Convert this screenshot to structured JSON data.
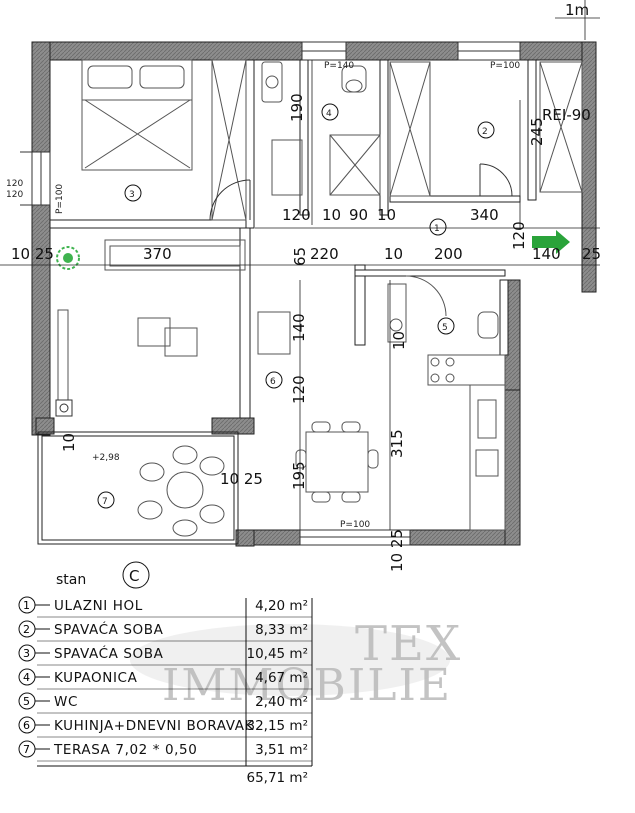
{
  "scale_label": "1m",
  "stair_note": "REI-90",
  "rooms": [
    {
      "num": "1"
    },
    {
      "num": "2"
    },
    {
      "num": "3"
    },
    {
      "num": "4"
    },
    {
      "num": "5"
    },
    {
      "num": "6"
    },
    {
      "num": "7"
    }
  ],
  "dimensions": {
    "d190": "190",
    "d245": "245",
    "d120a": "120",
    "d10a": "10",
    "d90": "90",
    "d10b": "10",
    "d340": "340",
    "d120b": "120",
    "d10_25": "10 25",
    "d370": "370",
    "d65": "65",
    "d220": "220",
    "d10c": "10",
    "d200": "200",
    "d140a": "140",
    "d25": "25",
    "d140b": "140",
    "d120c": "120",
    "d315": "315",
    "d195": "195",
    "d10_25b": "10 25",
    "d10_25c": "10 25",
    "d10d": "10",
    "d10e": "10"
  },
  "small_notes": {
    "p140": "P=140",
    "p100a": "P=100",
    "p100b": "P=100",
    "p100c": "P=100",
    "w120_120": "120\n120",
    "level": "+2,98"
  },
  "plan_label": "stan",
  "plan_letter": "C",
  "watermark": {
    "line1": "TEX",
    "line2": "IMMOBILIE"
  },
  "legend": [
    {
      "num": "1",
      "name": "ULAZNI HOL",
      "area": "4,20 m²"
    },
    {
      "num": "2",
      "name": "SPAVAĆA SOBA",
      "area": "8,33 m²"
    },
    {
      "num": "3",
      "name": "SPAVAĆA SOBA",
      "area": "10,45 m²"
    },
    {
      "num": "4",
      "name": "KUPAONICA",
      "area": "4,67 m²"
    },
    {
      "num": "5",
      "name": "WC",
      "area": "2,40 m²"
    },
    {
      "num": "6",
      "name": "KUHINJA+DNEVNI BORAVAK",
      "area": "32,15 m²"
    },
    {
      "num": "7",
      "name": "TERASA 7,02 * 0,50",
      "area": "3,51 m²"
    }
  ],
  "total": "65,71 m²",
  "colors": {
    "wall_fill": "#9a9a9a",
    "arrow": "#2aa33a",
    "plant": "#3fb34f"
  }
}
